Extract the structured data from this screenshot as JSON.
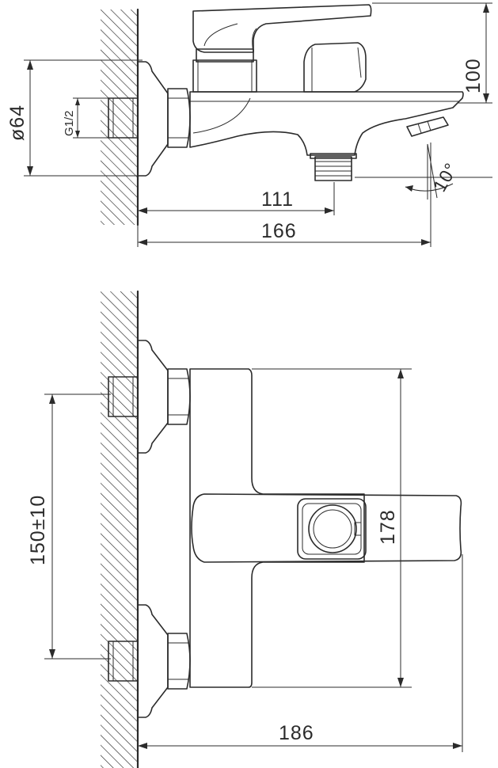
{
  "side_view": {
    "dim_diameter": "ø64",
    "dim_thread": "G1/2",
    "dim_height": "100",
    "dim_inlet_to_spout": "111",
    "dim_total_depth": "166",
    "dim_angle": "10°"
  },
  "front_view": {
    "dim_inlet_spacing": "150±10",
    "dim_body_height": "178",
    "dim_total_depth": "186"
  }
}
